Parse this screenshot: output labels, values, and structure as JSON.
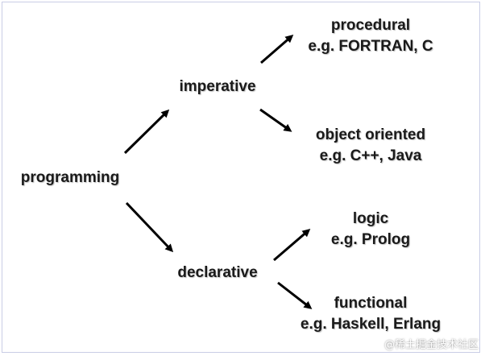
{
  "nodes": {
    "programming": {
      "label": "programming"
    },
    "imperative": {
      "label": "imperative"
    },
    "declarative": {
      "label": "declarative"
    },
    "procedural": {
      "label": "procedural",
      "example": "e.g. FORTRAN, C"
    },
    "object_oriented": {
      "label": "object oriented",
      "example": "e.g. C++, Java"
    },
    "logic": {
      "label": "logic",
      "example": "e.g. Prolog"
    },
    "functional": {
      "label": "functional",
      "example": "e.g. Haskell, Erlang"
    }
  },
  "edges": [
    {
      "from": "programming",
      "to": "imperative"
    },
    {
      "from": "programming",
      "to": "declarative"
    },
    {
      "from": "imperative",
      "to": "procedural"
    },
    {
      "from": "imperative",
      "to": "object_oriented"
    },
    {
      "from": "declarative",
      "to": "logic"
    },
    {
      "from": "declarative",
      "to": "functional"
    }
  ],
  "watermark": "@稀土掘金技术社区",
  "colors": {
    "text": "#1a1a1a",
    "arrow": "#000000",
    "frame": "#c9cde6"
  }
}
